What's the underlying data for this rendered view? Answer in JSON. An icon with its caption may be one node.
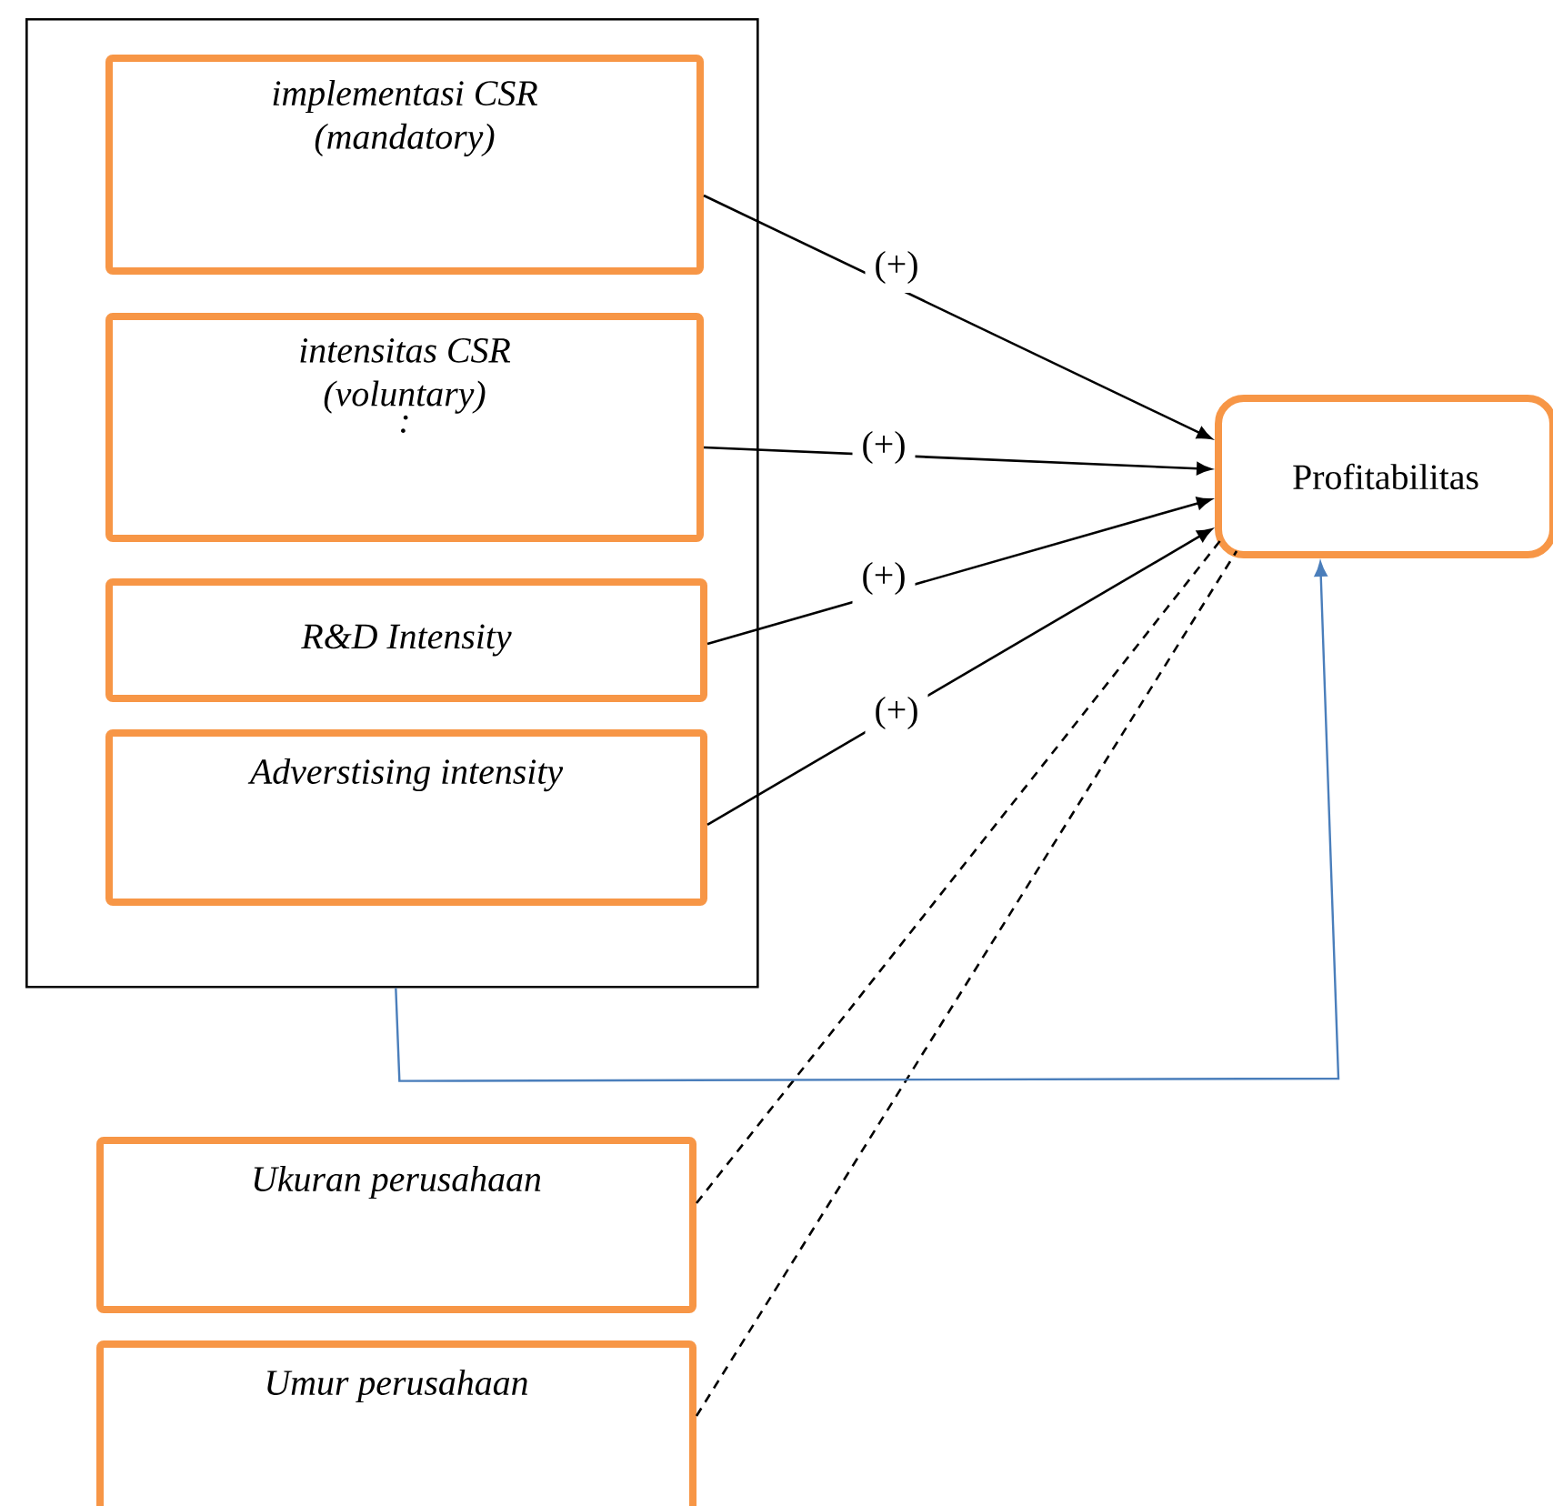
{
  "diagram": {
    "nodes": [
      {
        "text": [],
        "shape": "box"
      },
      {
        "text": [
          "implementasi CSR (mandatory)"
        ],
        "in": 0
      },
      {
        "text": [
          "intensitas CSR (voluntary)",
          ":"
        ],
        "in": 0
      },
      {
        "text": [
          "R&D Intensity"
        ],
        "in": 0
      },
      {
        "text": [
          "Adverstising intensity"
        ],
        "in": 0
      },
      {
        "text": [
          "Profitabilitas"
        ]
      },
      {
        "text": [
          "Ukuran perusahaan"
        ]
      },
      {
        "text": [
          "Umur perusahaan"
        ]
      }
    ],
    "edges": [
      {
        "from": 1,
        "to": 5,
        "arrow": "to",
        "label": "(+)"
      },
      {
        "from": 2,
        "to": 5,
        "arrow": "to",
        "label": "(+)"
      },
      {
        "from": 3,
        "to": 5,
        "arrow": "to",
        "label": "(+)"
      },
      {
        "from": 4,
        "to": 5,
        "arrow": "to",
        "label": "(+)"
      },
      {
        "from": 6,
        "to": 5,
        "arrow": "none",
        "style": "dashed"
      },
      {
        "from": 7,
        "to": 5,
        "arrow": "none",
        "style": "dashed"
      },
      {
        "from": 0,
        "to": 5,
        "arrow": "to",
        "color": "#4a7ebb"
      }
    ]
  }
}
